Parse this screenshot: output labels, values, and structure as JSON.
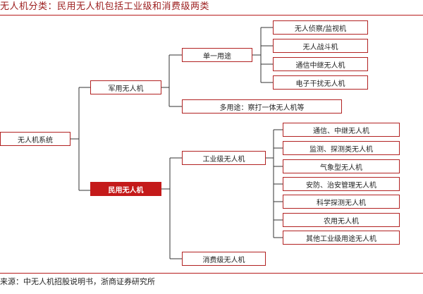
{
  "title": "无人机分类：民用无人机包括工业级和消费级两类",
  "source": "来源：中无人机招股说明书，浙商证券研究所",
  "colors": {
    "accent": "#c41a1a",
    "border": "#b22222",
    "rule": "#b71c1c"
  },
  "tree": {
    "root": "无人机系统",
    "military": {
      "label": "军用无人机",
      "single": {
        "label": "单一用途",
        "children": [
          "无人侦察/监视机",
          "无人战斗机",
          "通信中继无人机",
          "电子干扰无人机"
        ]
      },
      "multi": {
        "label": "多用途：察打一体无人机等"
      }
    },
    "civil": {
      "label": "民用无人机",
      "industrial": {
        "label": "工业级无人机",
        "children": [
          "通信、中继无人机",
          "监测、探测类无人机",
          "气象型无人机",
          "安防、治安管理无人机",
          "科学探测无人机",
          "农用无人机",
          "其他工业级用途无人机"
        ]
      },
      "consumer": {
        "label": "消费级无人机"
      }
    }
  }
}
